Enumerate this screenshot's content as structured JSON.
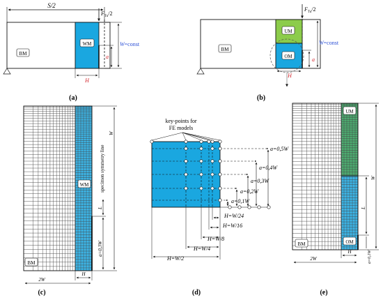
{
  "colors": {
    "blue": "#1aa7e0",
    "green": "#2e9e57",
    "greenLight": "#8ccc4b",
    "red": "#d2232a",
    "black": "#111111"
  },
  "panel_a": {
    "label": "(a)",
    "S2": "S/2",
    "F": "F",
    "Fsub": "Tu",
    "Fdiv": "/2",
    "BM": "BM",
    "WM": "WM",
    "a": "a",
    "W": "W",
    "Weq": "=const",
    "H": "H"
  },
  "panel_b": {
    "label": "(b)",
    "F": "F",
    "Fsub": "Tu",
    "Fdiv": "/2",
    "BM": "BM",
    "UM": "UM",
    "OM": "OM",
    "a": "a",
    "W": "W",
    "Weq": "=const",
    "H": "H"
  },
  "panel_c": {
    "label": "(c)",
    "symmetry": "specimen symmetry line",
    "W": "W",
    "WM": "WM",
    "L": "L",
    "a03": "a=0,3W",
    "BM": "BM",
    "twoW": "2W",
    "H": "H"
  },
  "panel_d": {
    "label": "(d)",
    "keypoints": [
      "key-points for",
      "FE models"
    ],
    "a_labels": [
      "a=0,5W",
      "a=0,4W",
      "a=0,3W",
      "a=0,2W",
      "a=0,1W"
    ],
    "H_labels": [
      "H=W/24",
      "H=W/16",
      "H=W/8",
      "H=W/4",
      "H=W/2"
    ]
  },
  "panel_e": {
    "label": "(e)",
    "UM": "UM",
    "OM": "OM",
    "L": "L",
    "W": "W",
    "a01": "a=0,1W",
    "BM": "BM",
    "twoW": "2W",
    "H": "H"
  }
}
